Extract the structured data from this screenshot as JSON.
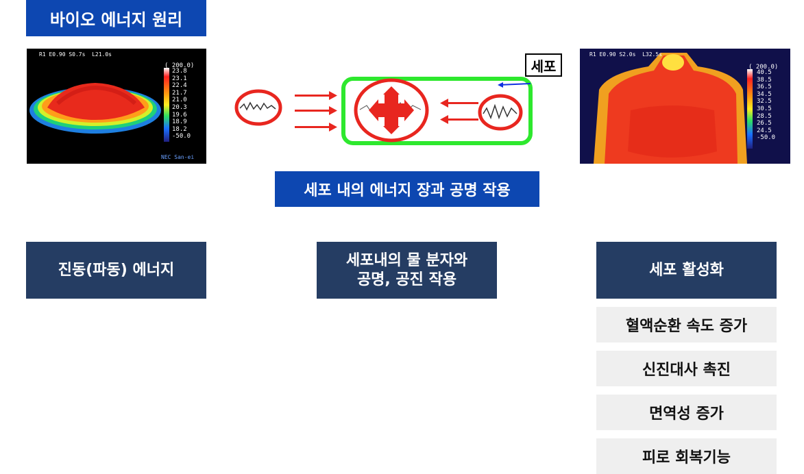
{
  "title": "바이오 에너지 원리",
  "thermal_left": {
    "header": "R1 E0.90 S0.7s  L21.0s",
    "scale_top": "( 200.0)",
    "scale": [
      "23.8",
      "23.1",
      "22.4",
      "21.7",
      "21.0",
      "20.3",
      "19.6",
      "18.9",
      "18.2",
      "-50.0"
    ],
    "brand": "NEC San-ei"
  },
  "thermal_right": {
    "header": "R1 E0.90 S2.0s  L32.5s",
    "scale_top": "( 200.0)",
    "scale": [
      "40.5",
      "38.5",
      "36.5",
      "34.5",
      "32.5",
      "30.5",
      "28.5",
      "26.5",
      "24.5",
      "-50.0"
    ]
  },
  "cell_label": "세포",
  "caption": "세포 내의 에너지 장과 공명 작용",
  "boxes": {
    "energy": "진동(파동) 에너지",
    "resonance_line1": "세포내의 물 분자와",
    "resonance_line2": "공명, 공진 작용",
    "activation": "세포 활성화"
  },
  "effects": [
    "혈액순환 속도 증가",
    "신진대사 촉진",
    "면역성 증가",
    "피로 회복기능"
  ],
  "colors": {
    "blue": "#0d47b1",
    "navy": "#253d63",
    "grey": "#efefef",
    "green": "#2ee82e",
    "red": "#e8261f"
  }
}
